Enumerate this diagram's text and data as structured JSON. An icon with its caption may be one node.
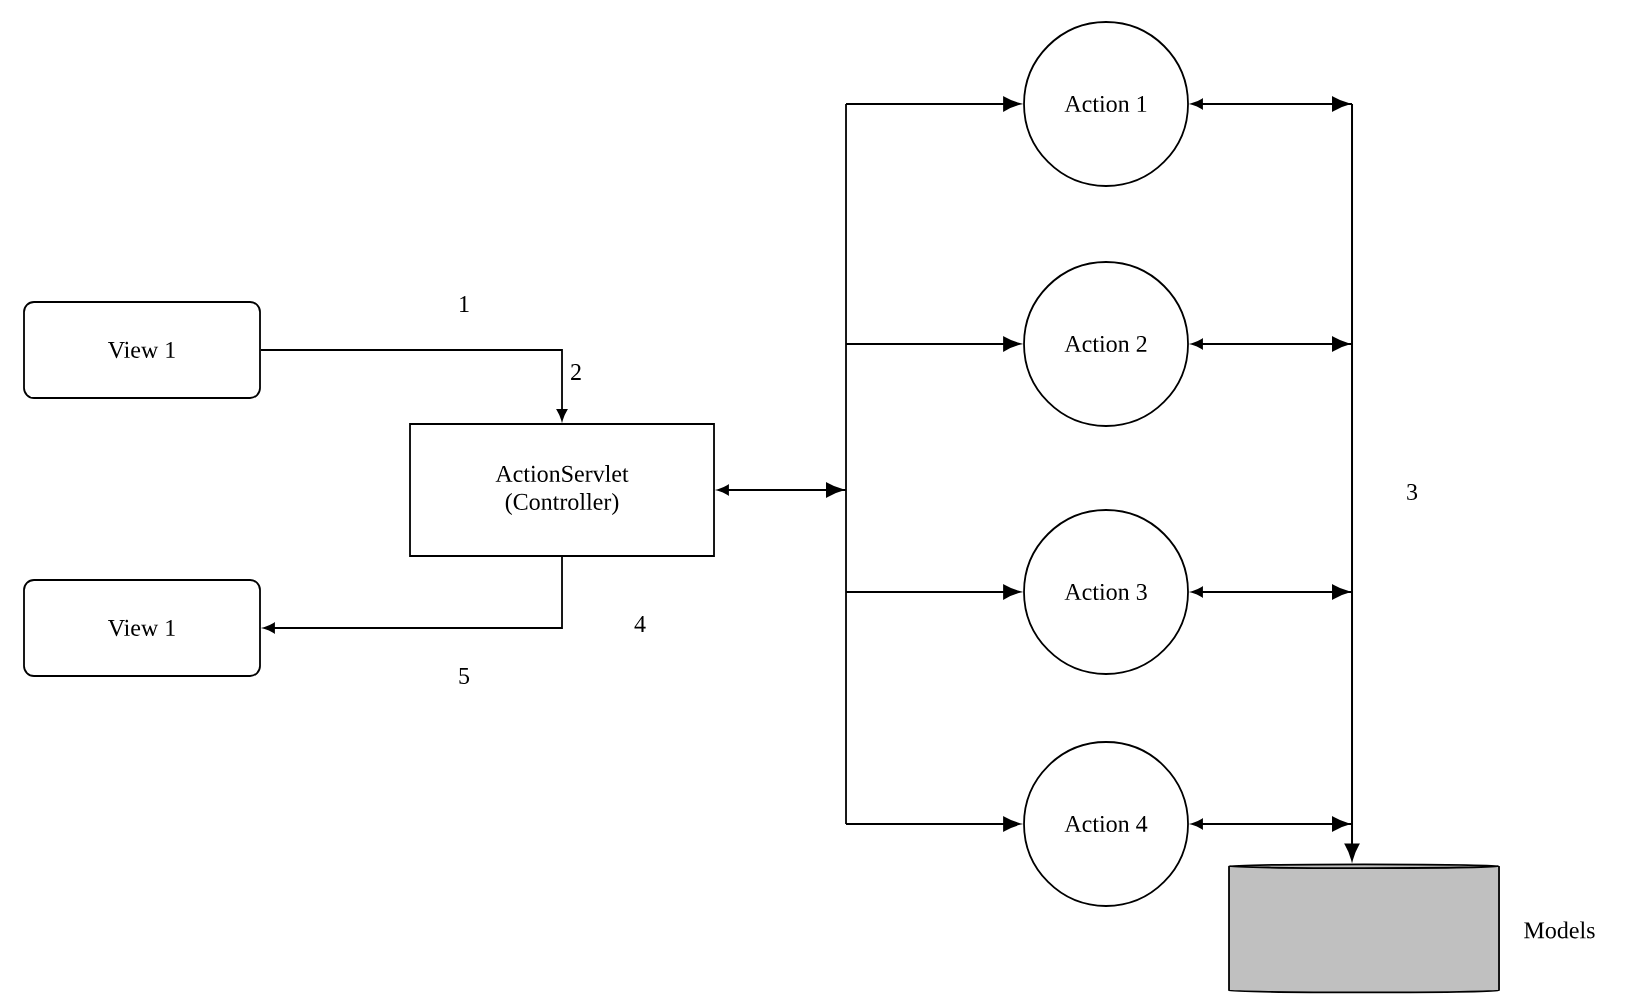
{
  "diagram": {
    "nodes": [
      {
        "text": [
          "View 1"
        ]
      },
      {
        "text": [
          "ActionServlet (Controller)"
        ]
      },
      {
        "text": [
          "View 1"
        ]
      },
      {
        "text": [
          "Action 1"
        ]
      },
      {
        "text": [
          "Action 2"
        ]
      },
      {
        "text": [
          "Action 3"
        ]
      },
      {
        "text": [
          "Action 4"
        ]
      },
      {
        "text": [],
        "shape": "cylinder",
        "beside": [
          "Models"
        ]
      }
    ],
    "edges": [
      {
        "from": 0,
        "to": 1,
        "arrow": "to"
      },
      {
        "from": 1,
        "to": 2,
        "arrow": "to"
      },
      {
        "from": 1,
        "to": 3,
        "arrow": "both"
      },
      {
        "from": 1,
        "to": 4,
        "arrow": "both"
      },
      {
        "from": 1,
        "to": 5,
        "arrow": "both"
      },
      {
        "from": 1,
        "to": 6,
        "arrow": "both"
      },
      {
        "from": 3,
        "to": 7,
        "arrow": "both"
      },
      {
        "from": 4,
        "to": 7,
        "arrow": "both"
      },
      {
        "from": 5,
        "to": 7,
        "arrow": "both"
      },
      {
        "from": 6,
        "to": 7,
        "arrow": "both"
      }
    ],
    "labels": [
      "1",
      "2",
      "3",
      "4",
      "5"
    ]
  }
}
